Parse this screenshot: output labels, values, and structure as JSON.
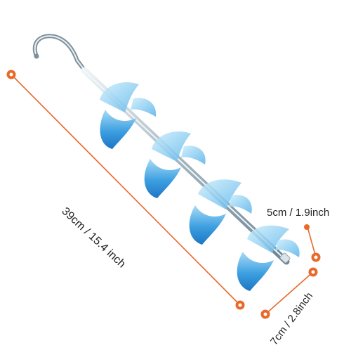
{
  "dimensions": {
    "length_text": "39cm / 15.4 inch",
    "height_text": "5cm / 1.9inch",
    "width_text": "7cm / 2.8inch"
  },
  "colors": {
    "dimension_line": "#e8692a",
    "rod": "#9fb2bd",
    "cup_blue": "#3d9fe0",
    "cup_light": "#8fd0f5"
  }
}
